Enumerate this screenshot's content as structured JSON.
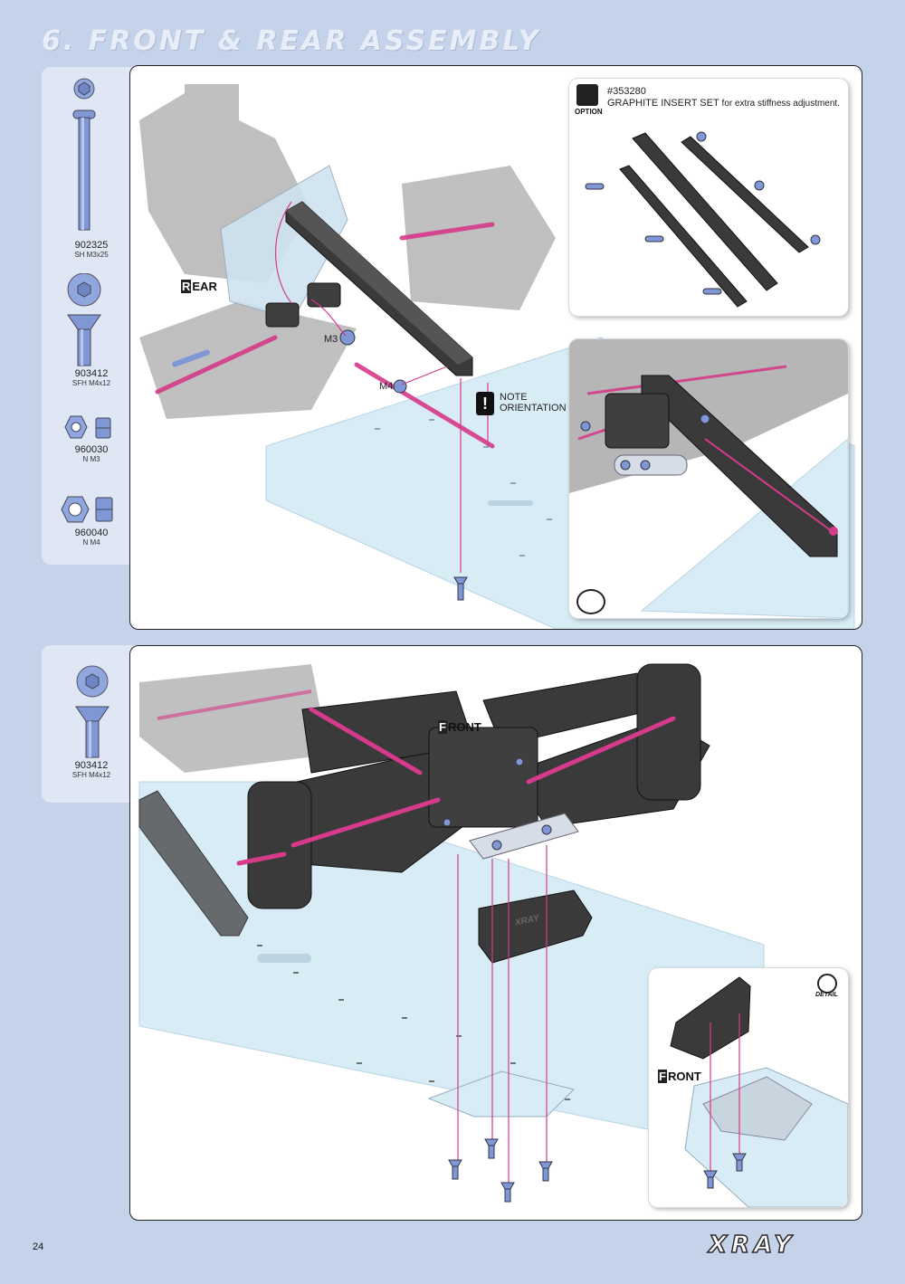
{
  "title": "6. FRONT & REAR ASSEMBLY",
  "page_number": "24",
  "brand": "XRAY",
  "step1": {
    "parts": [
      {
        "code": "902325",
        "desc": "SH M3x25"
      },
      {
        "code": "903412",
        "desc": "SFH M4x12"
      },
      {
        "code": "960030",
        "desc": "N M3"
      },
      {
        "code": "960040",
        "desc": "N M4"
      }
    ],
    "direction": {
      "first": "R",
      "rest": "EAR"
    },
    "label_m3": "M3",
    "label_m4": "M4",
    "note": {
      "line1": "NOTE",
      "line2": "ORIENTATION"
    },
    "option": {
      "badge": "OPTION",
      "part_no": "#353280",
      "name": "GRAPHITE INSERT SET",
      "purpose": "for extra stiffness adjustment."
    }
  },
  "step2": {
    "parts": [
      {
        "code": "903412",
        "desc": "SFH M4x12"
      }
    ],
    "direction": {
      "first": "F",
      "rest": "RONT"
    },
    "detail": {
      "badge": "DETAIL",
      "direction": {
        "first": "F",
        "rest": "RONT"
      }
    },
    "bumper_logo": "XRAY"
  },
  "colors": {
    "page_bg": "#c5d3ea",
    "accent_pink": "#d63a8a",
    "part_blue": "#7f97d4",
    "plate_blue": "#cfe6f2"
  }
}
